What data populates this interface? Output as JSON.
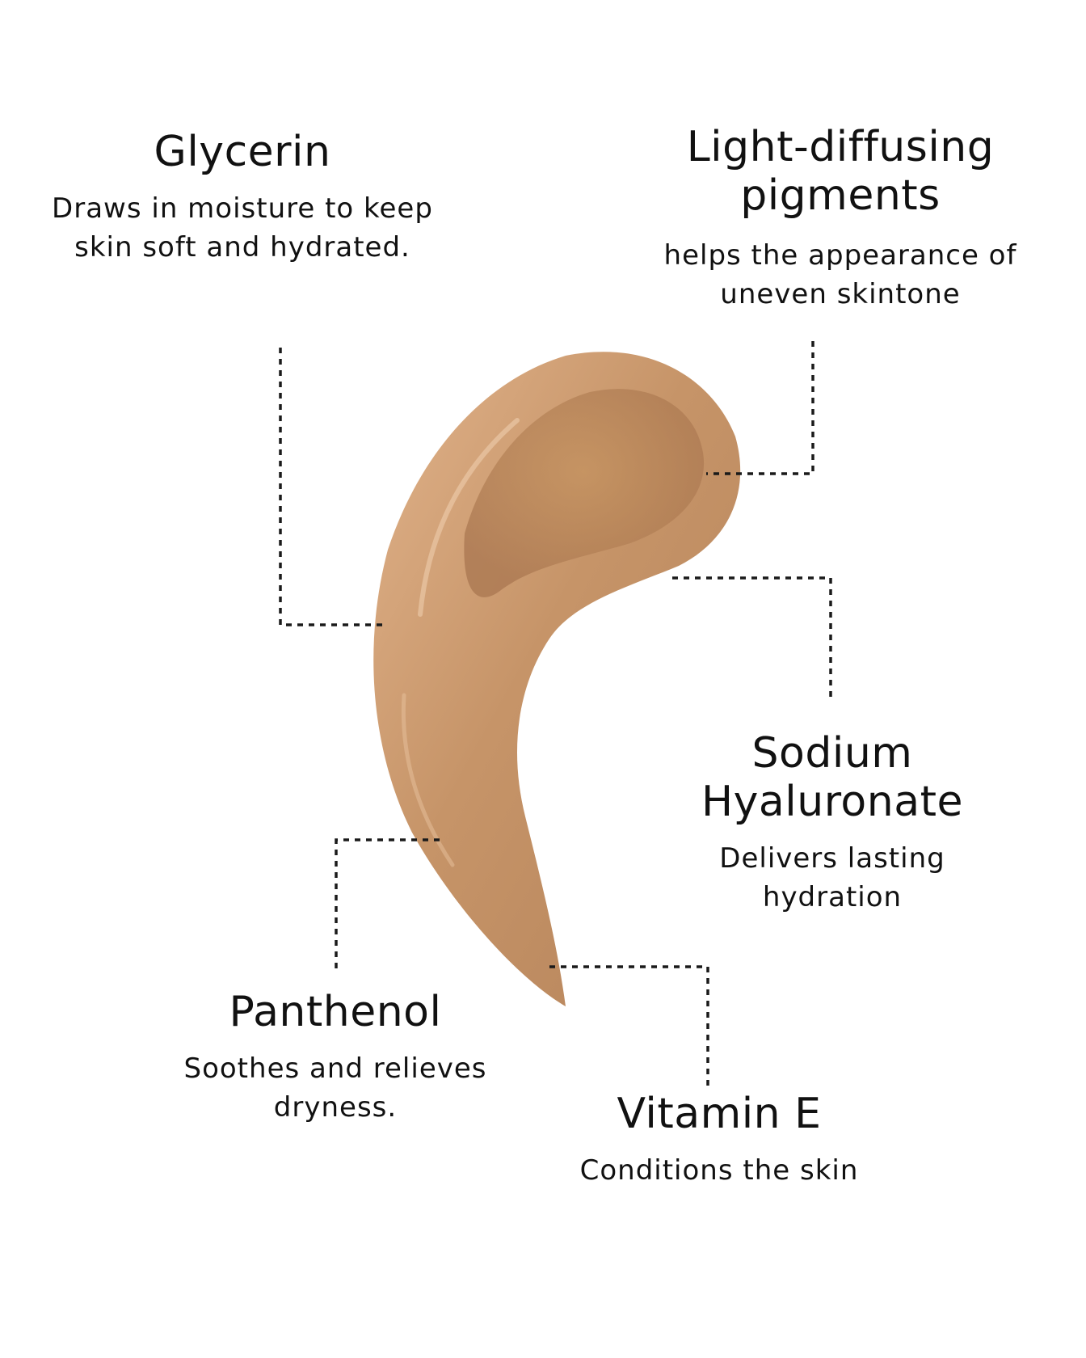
{
  "colors": {
    "background": "#ffffff",
    "text": "#111111",
    "leader_line": "#1a1a1a",
    "swatch_light": "#e1b38b",
    "swatch_mid": "#c69468",
    "swatch_dark": "#a97650"
  },
  "ingredients": [
    {
      "name": "Glycerin",
      "description": "Draws in moisture to keep skin soft and hydrated."
    },
    {
      "name": "Light-diffusing pigments",
      "description": "helps the appearance of uneven skintone"
    },
    {
      "name": "Sodium Hyaluronate",
      "description": "Delivers lasting hydration"
    },
    {
      "name": "Panthenol",
      "description": "Soothes and relieves dryness."
    },
    {
      "name": "Vitamin E",
      "description": "Conditions the skin"
    }
  ]
}
